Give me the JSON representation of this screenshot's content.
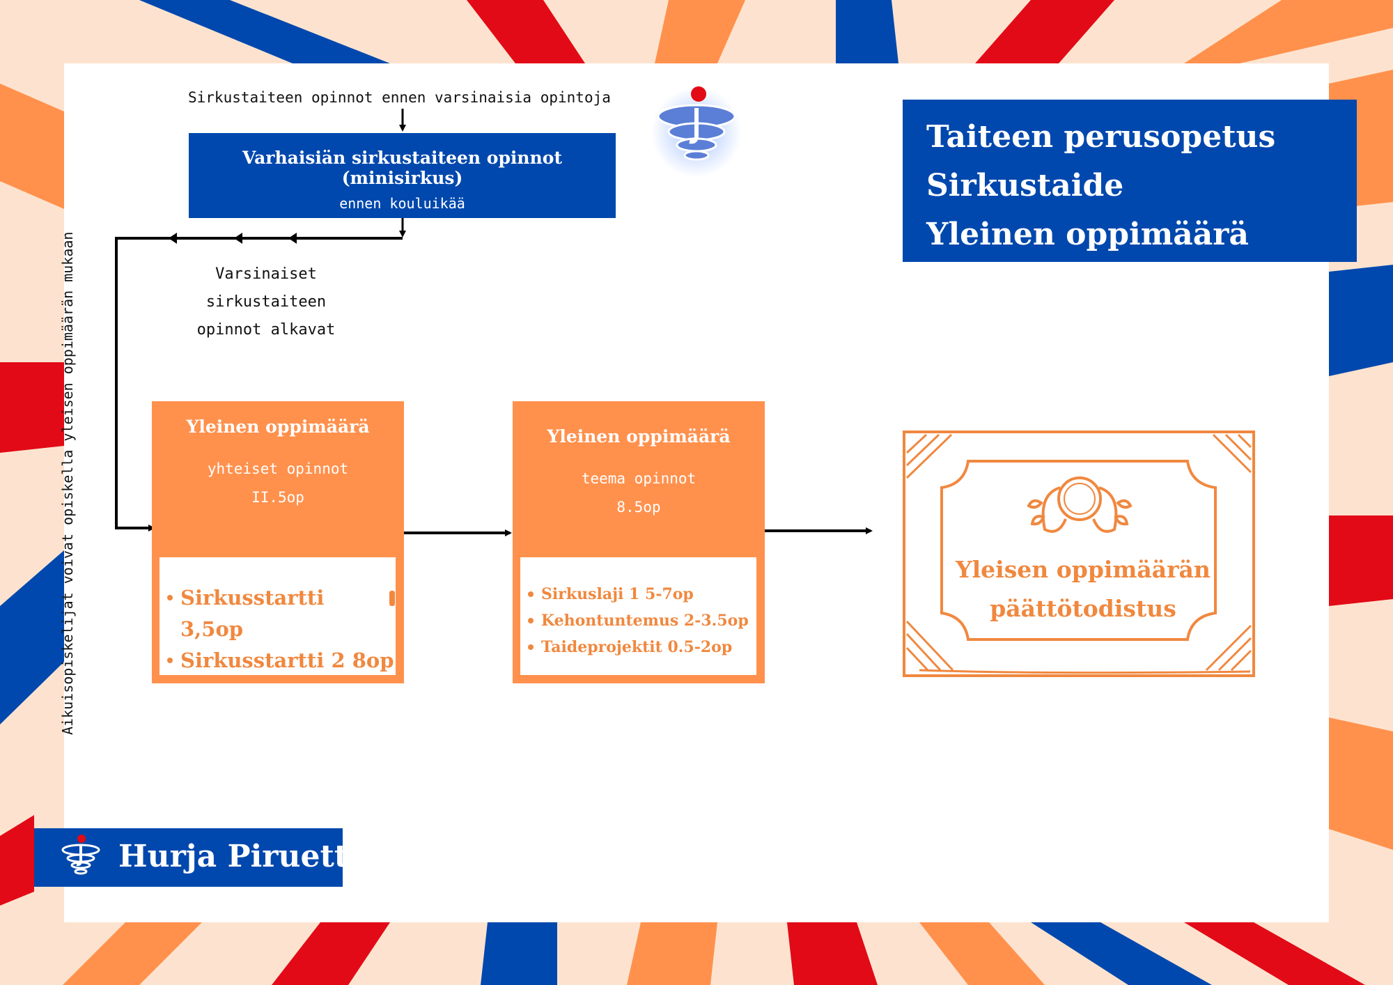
{
  "intro_note": "Sirkustaiteen opinnot ennen varsinaisia opintoja",
  "early_studies": {
    "title": "Varhaisiän sirkustaiteen opinnot (minisirkus)",
    "subtitle": "ennen kouluikää"
  },
  "start_note": {
    "line1": "Varsinaiset sirkustaiteen",
    "line2": "opinnot alkavat"
  },
  "adult_note": "Aikuisopiskelijat voivat opiskella yleisen oppimäärän mukaan",
  "title_block": {
    "line1": "Taiteen perusopetus",
    "line2": "Sirkustaide",
    "line3": "Yleinen oppimäärä"
  },
  "common_studies": {
    "title": "Yleinen oppimäärä",
    "subtitle": "yhteiset opinnot",
    "credits": "II.5op",
    "items": [
      "Sirkusstartti 3,5op",
      "Sirkusstartti 2 8op"
    ]
  },
  "theme_studies": {
    "title": "Yleinen oppimäärä",
    "subtitle": "teema opinnot",
    "credits": "8.5op",
    "items": [
      "Sirkuslaji 1 5-7op",
      "Kehontuntemus 2-3.5op",
      "Taideprojektit 0.5-2op"
    ]
  },
  "certificate": {
    "line1": "Yleisen oppimäärän",
    "line2": "päättötodistus"
  },
  "brand": {
    "name": "Hurja Piruetti"
  },
  "colors": {
    "blue": "#0048ad",
    "orange": "#ff914d",
    "red": "#e20a17",
    "cream": "#fde3cf",
    "orange_text": "#f0883f"
  }
}
